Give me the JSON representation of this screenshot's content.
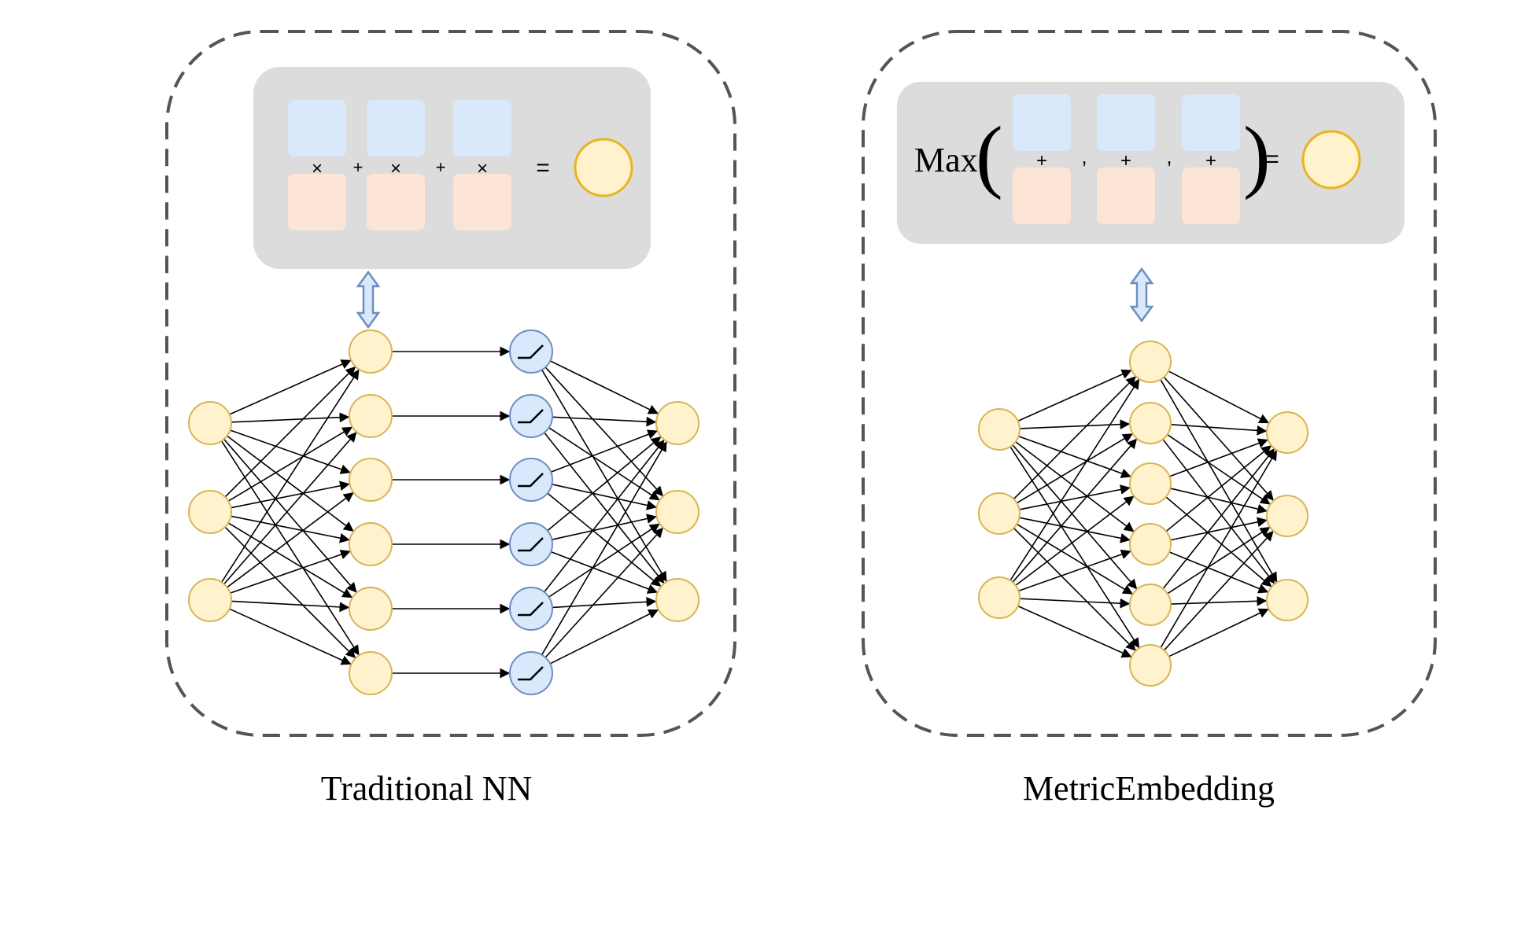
{
  "left_panel": {
    "caption": "Traditional NN",
    "formula": {
      "multiply_symbol": "×",
      "plus_symbol": "+",
      "equals_symbol": "="
    }
  },
  "right_panel": {
    "caption": "MetricEmbedding",
    "formula": {
      "max_label": "Max",
      "open_paren": "(",
      "close_paren": ")",
      "plus_symbol": "+",
      "comma_symbol": ",",
      "equals_symbol": "="
    }
  },
  "colors": {
    "node_fill": "#fff2cc",
    "node_stroke": "#d6b656",
    "activation_fill": "#dae8fc",
    "activation_stroke": "#6c8ebf",
    "weight_block": "#dae8fc",
    "input_block": "#fce5d4",
    "formula_bg": "#dcdcdc",
    "dashed_border": "#555555",
    "edge": "#000000"
  }
}
